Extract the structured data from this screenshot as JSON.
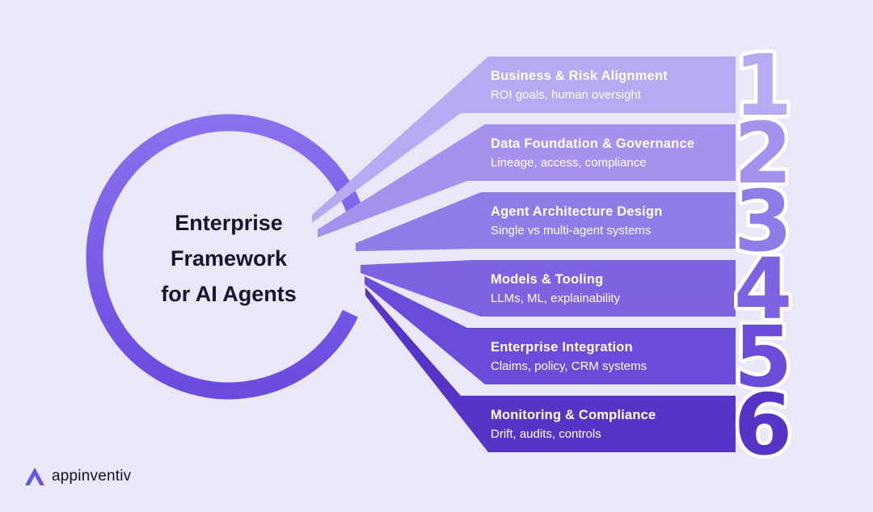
{
  "palette": {
    "background": "#EAE7F8",
    "center_text_color": "#17142E",
    "band_text_color": "#FFFFFF",
    "ring_gradient": [
      "#8A70EE",
      "#6B4BDF"
    ],
    "logo_gradient": [
      "#4C5FE4",
      "#7A4BE0"
    ],
    "logo_text_color": "#14122B"
  },
  "center": {
    "lines": [
      "Enterprise",
      "Framework",
      "for AI Agents"
    ]
  },
  "steps": [
    {
      "number": "1",
      "title": "Business & Risk Alignment",
      "subtitle": "ROI goals, human oversight",
      "color": "#B7A9F2"
    },
    {
      "number": "2",
      "title": "Data Foundation & Governance",
      "subtitle": "Lineage, access, compliance",
      "color": "#A492EE"
    },
    {
      "number": "3",
      "title": "Agent Architecture Design",
      "subtitle": "Single vs multi-agent systems",
      "color": "#907CE9"
    },
    {
      "number": "4",
      "title": "Models & Tooling",
      "subtitle": "LLMs, ML, explainability",
      "color": "#7D63E1"
    },
    {
      "number": "5",
      "title": "Enterprise Integration",
      "subtitle": "Claims, policy, CRM systems",
      "color": "#6A4CD8"
    },
    {
      "number": "6",
      "title": "Monitoring & Compliance",
      "subtitle": "Drift, audits, controls",
      "color": "#5634C6"
    }
  ],
  "logo": {
    "text": "appinventiv"
  }
}
